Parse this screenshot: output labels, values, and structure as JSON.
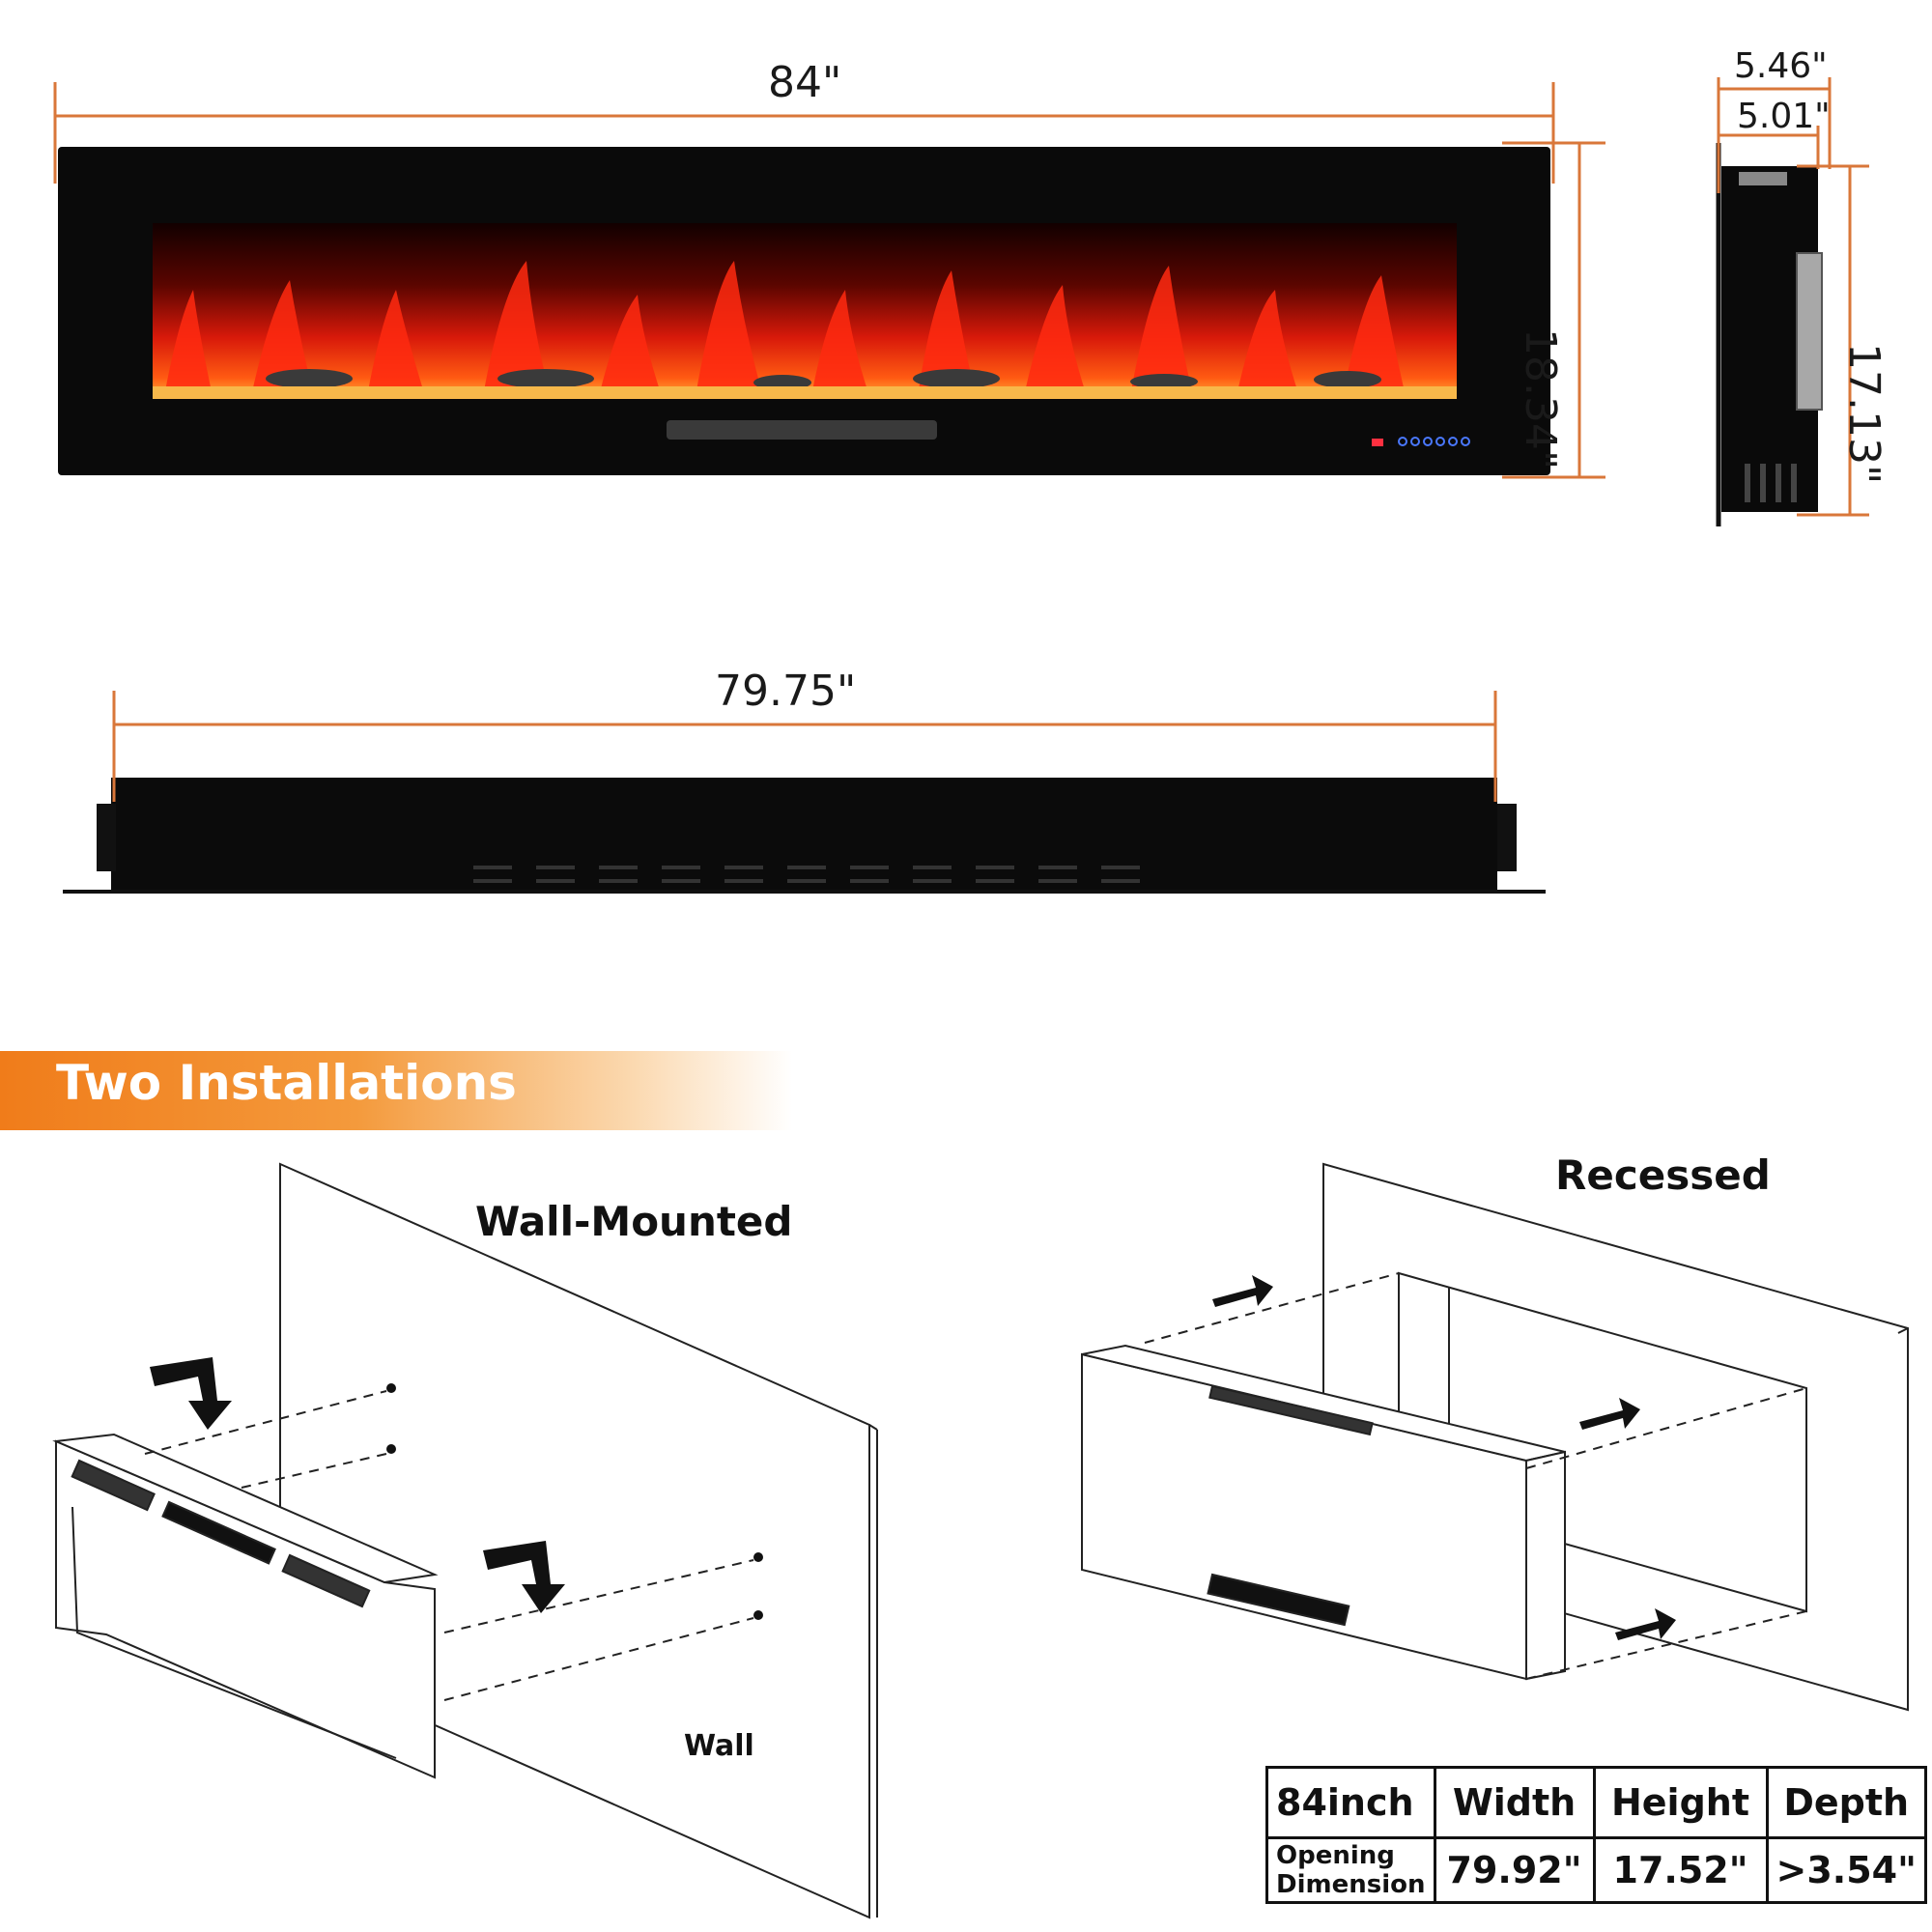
{
  "dimensions": {
    "front_width": "84\"",
    "front_height": "18.34\"",
    "side_depth_outer": "5.46\"",
    "side_depth_inner": "5.01\"",
    "side_height": "17.13\"",
    "back_width": "79.75\""
  },
  "section_title": "Two Installations",
  "installations": {
    "wall_mounted_label": "Wall-Mounted",
    "wall_label": "Wall",
    "recessed_label": "Recessed"
  },
  "spec_table": {
    "model": "84inch",
    "headers": [
      "Width",
      "Height",
      "Depth"
    ],
    "row_label_line1": "Opening",
    "row_label_line2": "Dimension",
    "values": [
      "79.92\"",
      "17.52\"",
      ">3.54\""
    ]
  },
  "colors": {
    "dimension_line": "#d9773a",
    "banner_start": "#f07c1a",
    "flame_red": "#e01a0a",
    "flame_orange": "#ff8c1a",
    "touch_blue": "#4a78ff"
  }
}
